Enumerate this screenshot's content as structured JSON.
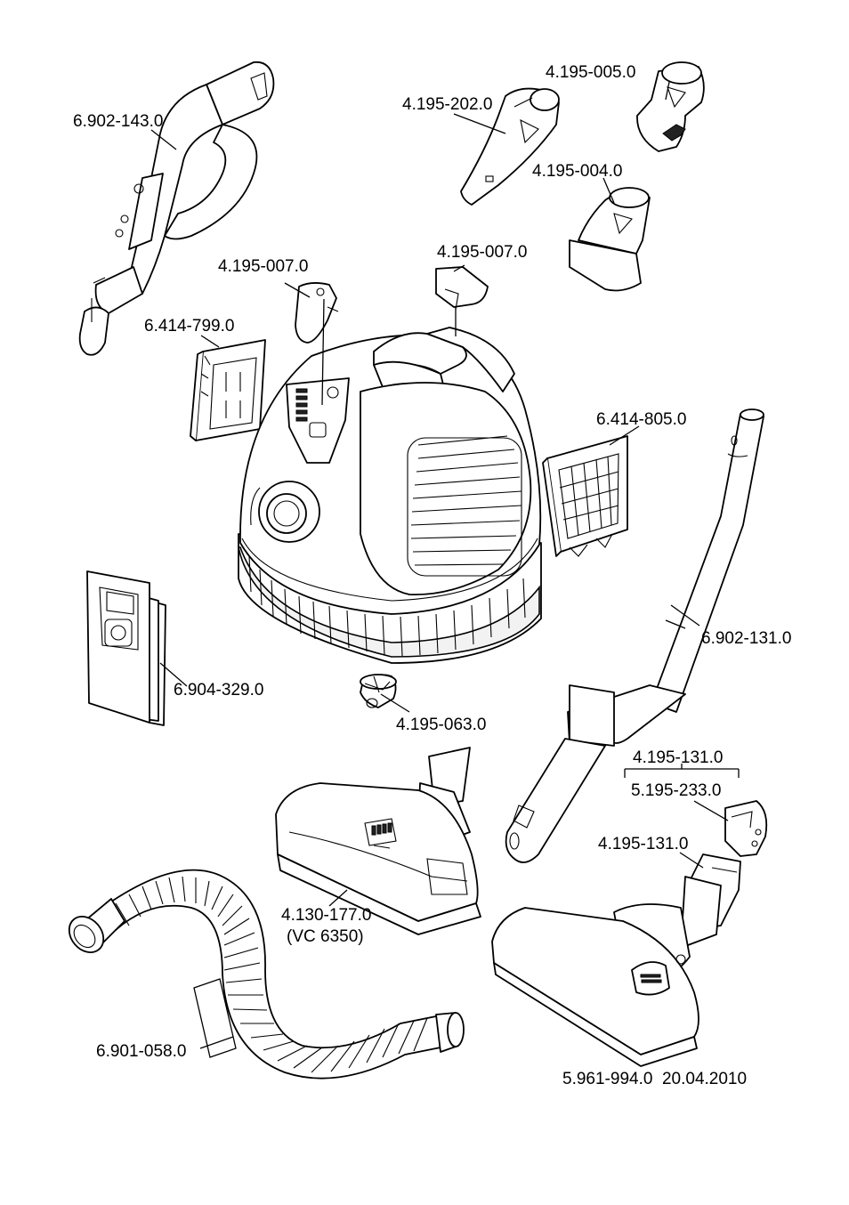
{
  "labels": {
    "hand_grip": "6.902-143.0",
    "crevice_nozzle": "4.195-202.0",
    "upholstery_brush": "4.195-005.0",
    "upholstery_nozzle": "4.195-004.0",
    "cover_left": "4.195-007.0",
    "cover_right": "4.195-007.0",
    "motor_filter": "6.414-799.0",
    "hepa_filter": "6.414-805.0",
    "suction_tube": "6.902-131.0",
    "filter_bags": "6.904-329.0",
    "castor": "4.195-063.0",
    "turbo_nozzle": "4.130-177.0",
    "turbo_nozzle_model": "(VC 6350)",
    "floor_nozzle_part_a": "4.195-131.0",
    "floor_nozzle_part_b": "5.195-233.0",
    "floor_nozzle": "4.195-131.0",
    "suction_hose": "6.901-058.0",
    "document_id": "5.961-994.0  20.04.2010"
  }
}
